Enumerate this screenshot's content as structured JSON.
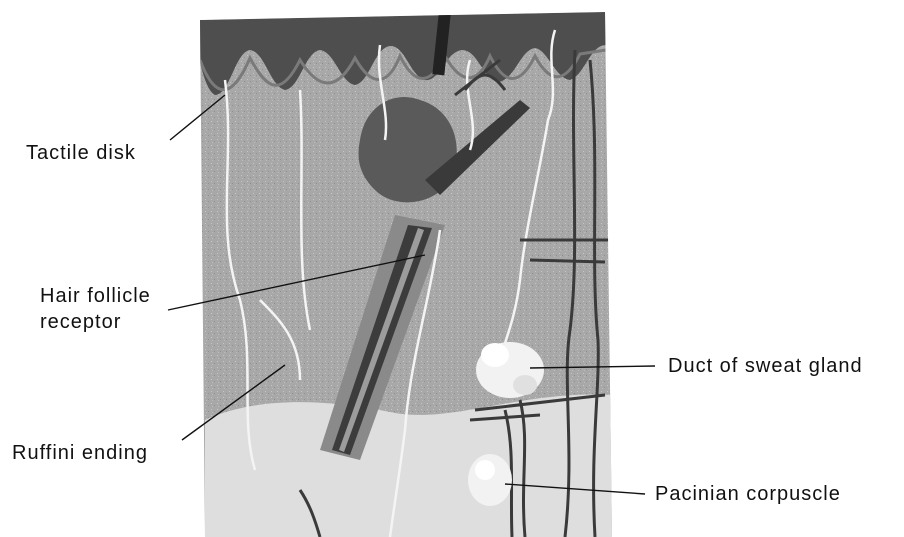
{
  "labels": {
    "tactile_disk": "Tactile disk",
    "hair_follicle_line1": "Hair follicle",
    "hair_follicle_line2": "receptor",
    "ruffini_ending": "Ruffini ending",
    "duct_of_sweat_gland": "Duct of sweat gland",
    "pacinian_corpuscle": "Pacinian corpuscle"
  },
  "colors": {
    "dermis": "#a9a9a9",
    "epidermis": "#4e4e4e",
    "hypodermis": "#dedede",
    "nerve": "#f4f4f4",
    "vessel": "#3a3a3a",
    "corpuscle": "#f2f2f2",
    "leader_line": "#111111"
  }
}
